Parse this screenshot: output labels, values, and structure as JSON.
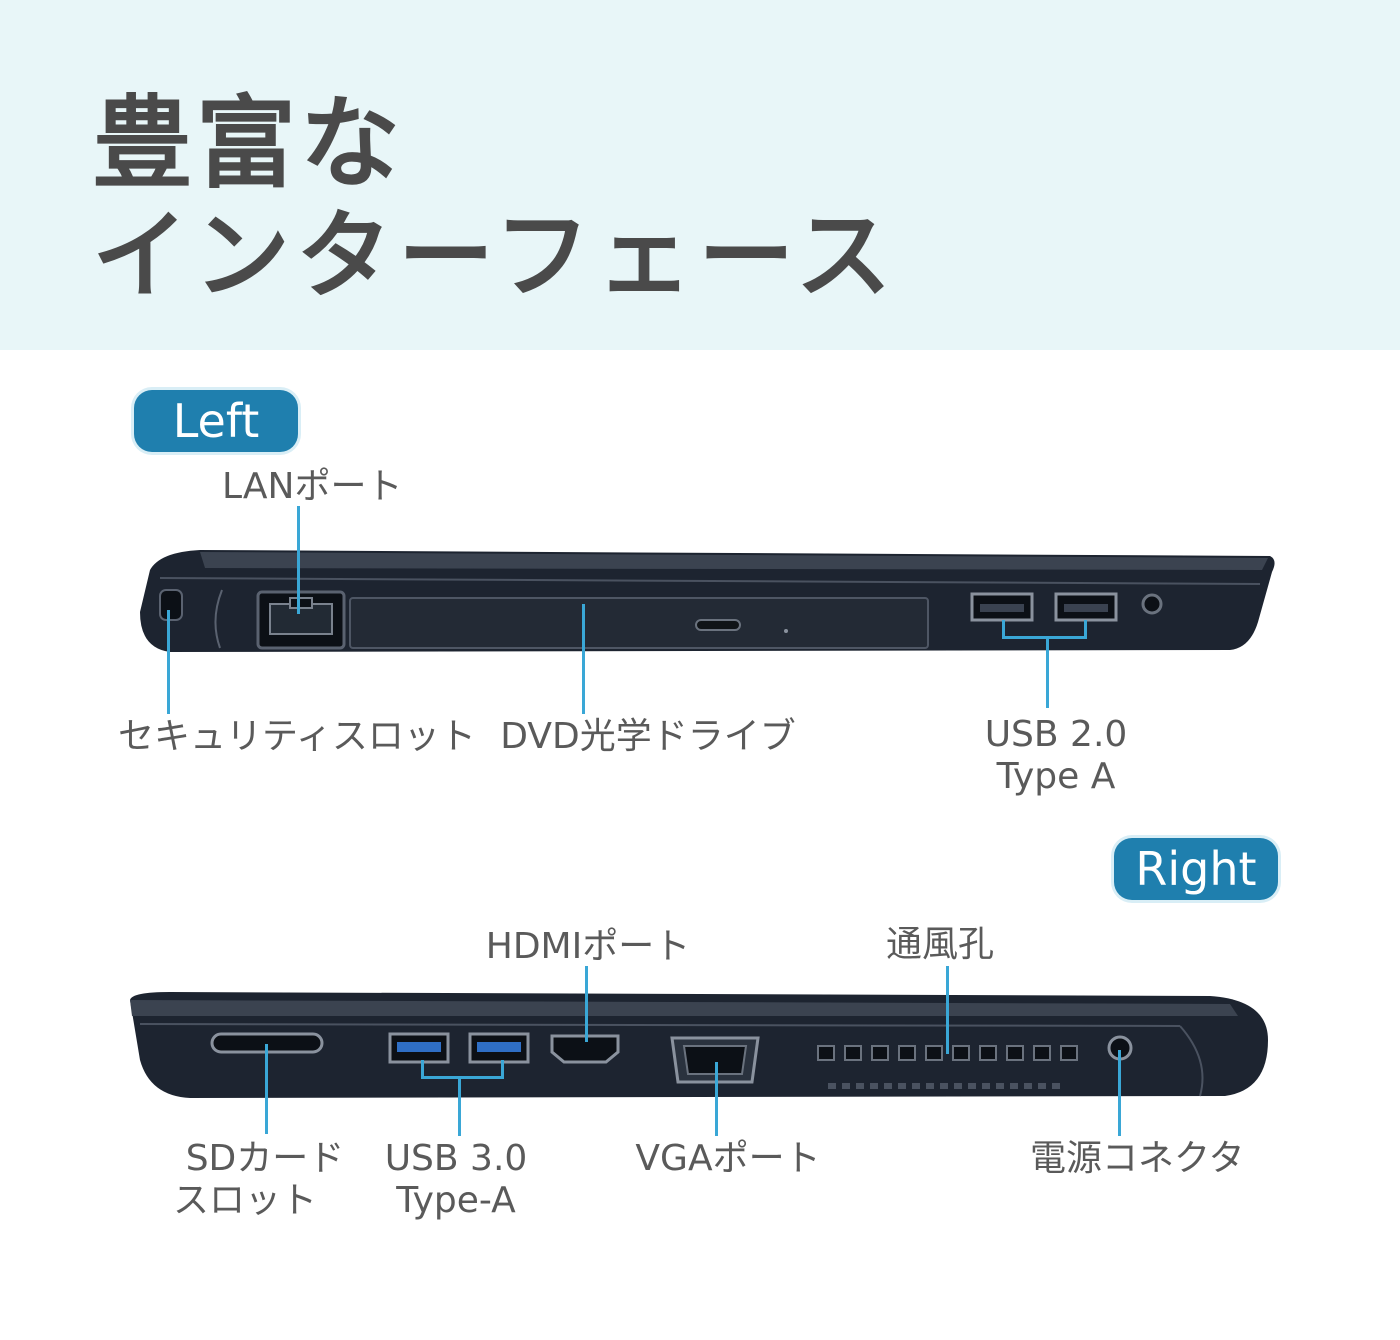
{
  "header": {
    "title_line1": "豊富な",
    "title_line2": "インターフェース"
  },
  "left": {
    "badge": "Left",
    "labels": {
      "lan": "LANポート",
      "security": "セキュリティスロット",
      "dvd": "DVD光学ドライブ",
      "usb2_line1": "USB 2.0",
      "usb2_line2": "Type A"
    }
  },
  "right": {
    "badge": "Right",
    "labels": {
      "hdmi": "HDMIポート",
      "vent": "通風孔",
      "sd_line1": "SDカード",
      "sd_line2": "スロット",
      "usb3_line1": "USB 3.0",
      "usb3_line2": "Type-A",
      "vga": "VGAポート",
      "power": "電源コネクタ"
    }
  },
  "colors": {
    "header_bg": "#e8f6f8",
    "badge_bg": "#1f7fae",
    "callout_line": "#3aa7d6",
    "laptop_body": "#1d2430",
    "usb3_blue": "#2f6fc6"
  }
}
